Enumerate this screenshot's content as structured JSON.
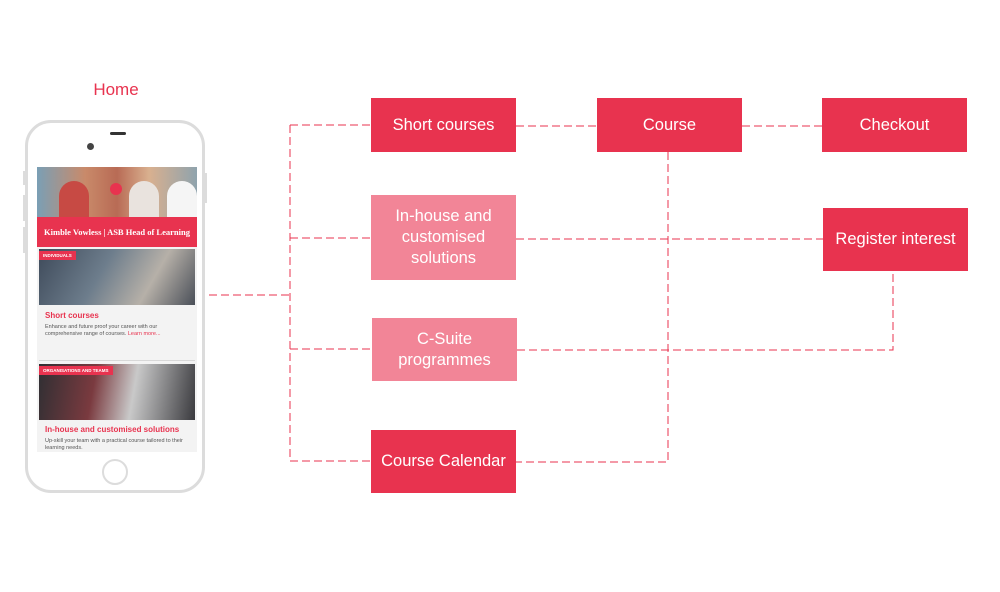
{
  "home_label": "Home",
  "phone_screen": {
    "hero_caption": "Kimble Vowless | ASB Head of Learning",
    "cards": [
      {
        "tag": "INDIVIDUALS",
        "title": "Short courses",
        "text": "Enhance and future proof your career with our comprehensive range of courses.",
        "link": "Learn more..."
      },
      {
        "tag": "ORGANISATIONS AND TEAMS",
        "title": "In-house and customised solutions",
        "text": "Up-skill your team with a practical course tailored to their learning needs."
      }
    ]
  },
  "nodes": {
    "short_courses": "Short courses",
    "inhouse": "In-house and customised solutions",
    "csuite": "C-Suite programmes",
    "calendar": "Course Calendar",
    "course": "Course",
    "checkout": "Checkout",
    "register": "Register interest"
  },
  "colors": {
    "accent": "#e8334f",
    "accent_light": "#f28597",
    "connector": "#e8334f"
  }
}
